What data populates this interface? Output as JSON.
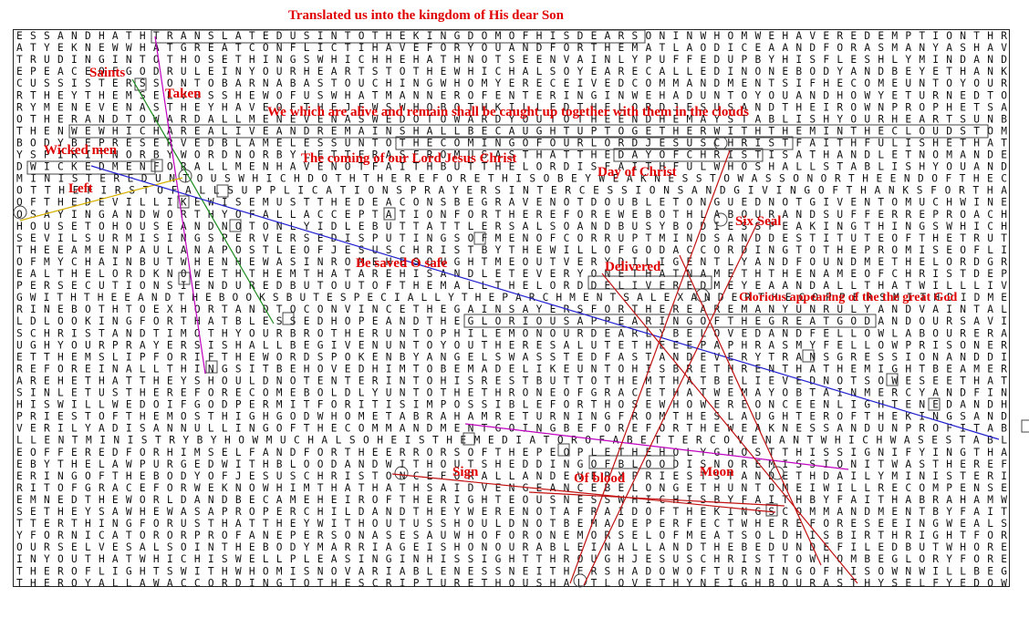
{
  "title": "Translated us into the kingdom of His dear Son",
  "labels": {
    "saints": "Saints",
    "taken": "Taken",
    "caught_up": "We which are alive and remain shall be caught up together with them in the clouds",
    "wicked_men": "Wicked men",
    "coming": "The coming of our Lord Jesus Christ",
    "day_of_christ": "Day of Christ",
    "left": "Left",
    "six_seal": "Six Seal",
    "be_saved": "Be saved O safe",
    "delivered": "Delivered",
    "glorious": "Glorious appearing of the the great God",
    "sign": "Sign",
    "of_blood": "Of blood",
    "moon": "Moon"
  },
  "grid_rows": [
    "ESSANDHATHTRANSLATEDUSINTOTHEKINGDOMOFHISDEARSONINWHOMWEHAVEREDEMPTIONTHR",
    "ATYEKNEWWHATGREATCONFLICTIHAVEFORYOUANDFORTHEMATLAODICEAANDFORASMANYASHAV",
    "TRUDINGINTOTHOSETHINGSWHICHHEHATHNOTSEENVAINLYPUFFEDUPBYHISFLESHLYMINDAND",
    "EPEACEOFGODRULEINYOURHEARTSTOTHEWHICHALSOYEARECALLEDINONEBODYANDBEYETHANK",
    "CUSSISTERSSONTOBARNABASTOUCHINGWHOMYERECEIVEDCOMMANDMENTSIFHECOMEUNTOYOUR",
    "RTHEYTHEMSELVESSHEWOFUSWHATMANNEROFENTERINGINWEHADUNTOYOUANDHOWYETURNEDTO",
    "RYMENEVENASTHEYHAVEOFTHEJEWSWHOBOTHKILLEDTHELORDJESUSANDTHEIROWNPROPHETSA",
    "OTHERANDTOWARDALLMENEVENASWEDOTOWARDYOUTOTHEENDHEMAYSTABLISHYOURHEARTSUNB",
    "THENWEWHICHAREALIVEANDREMAINSHALLBECAUGHTUPTOGETHERWITHTHEMINTHECLOUDSTOM",
    "BODYBEPRESERVEDBLAMELESSUNTOTHECOMINGOFOURLORDJESUSCHRISTFAITHFULISHETHAT",
    "YSPIRITNORBYWORDNORBYLETTERASFROMUSASTHATTHEDAYOFCHRISTISATHANDLETNOMANDE",
    "DWICKEDMENFORALLMENHAVENOTFAITHBUTTHELORDISFAITHFULWHOSHALLSTABLISHYOUAND",
    "MINISTEREDUNTOUSWHICHDOTHTHEREFORETHISOBEYWEAKNESSTOWASSONORTHEENDOFTHEC",
    "OTTHEFIRSTOFALLSUPPLICATIONSPRAYERSINTERCESSIONSANDGIVINGOFTHANKSFORTHA",
    "OFTHEDEVILLIKEWISEMUSTTHEDEACONSBEGRAVENOTDOUBLETONGUEDNOTGIVENTOMUCHWINE",
    "OSAYINGANDWORTHYOFALLACCEPTATIONFORTHEREFOREWEBOTHLABOURANDSUFFERREPROACH",
    "HOUSETOHOUSEANDNOTONLYIDLEBUTTATTLERSALSOANDBUSYBODIESSPEAKINGTHINGSWHICH",
    "SEVILSURMISINGSPERVERSEDISPUTINGSOFMENOFCORRUPTMINDSANDDESTITUTEOFTHETRUT",
    "THEEAMENPAULANAPOSTLEOFJESUSCHRISTBYTHEWILLOFGODACCORDINGTOTHEPROMISEOFLI",
    "OFMYCHAINBUTWHENHEWASINROMEHESOUGHTMEOUTVERYDILIGENTLYANDFOUNDMETHELORDGR",
    "EALTHELORDKNOWETHTHEMTHATAREHISANDLETEVERYONETHATNAMETHTHENAMEOFCHRISTDEP",
    "PERSECUTIONSIENDUREDBUTOUTOFTHEMALLTHELORDDELIVEREDMEYEAANDALLTHATWILLLIV",
    "GWITHTHEEANDTHEBOOKSBUTESPECIALLYTHEPARCHMENTSALEXANDERTHECOPPERSMITHDIDME",
    "RINEBOTHTOEXHORTANDTOCONVINCETHEGAINSAYERSFORTHEREAREMANYUNRULYANDVAINTAL",
    "LDLOOKINGFORTHATBLESSEDHOPEANDTHEGLORIOUSAPPEARINGOFTHEGREATGODANDOURSAVI",
    "SCHRISTANDTIMOTHYOURBROTHERUNTOPHILEMONOURDEARLYBELOVEDANDFELLOWLABOURERA",
    "UGHYOURPRAYERSISHALLBEGIVENUNTOYOUTHERESALUTETHEEEPAPHRASMYFELLOWPRISONER",
    "ETTHEMSLIPFORIFTHEWORDSPOKENBYANGELSWASSTEDFASTANDEVERYTRANSGRESSIONANDDI",
    "REFOREINALLTHINGSITBEHOVEDHIMTOBEMADELIKEUNTOHISBRETHRENTHATHEMIGHTBEAMER",
    "AREHETHATTHEYSHOULDNOTENTERINTOHISRESTBUTTOTHEMTHATBELIEVEDNOTSOWESEETHAT",
    "SINLETUSTHEREFORECOMEBOLDLYUNTOTHETHRONEOFGRACETHATWEMAYOBTAINMERCYANDFIN",
    "HISWILLWEDOIFGODPERMITFORITISIMPOSSIBLEFORTHOSEWHOWEREONCEENLIGHTENEDANDH",
    "PRIESTOFTHEMOSTHIGHGODWHOMETABRAHAMRETURNINGFROMTHESLAUGHTEROFTHEKINGSAND",
    "VERILYADISANNULLINGOFTHECOMMANDMENTGOINGBEFOREFORTHEWEAKNESSANDUNPROFITAB",
    "LLENTMINISTRYBYHOWMUCHALSOHEISTHEMEDIATOROFABETTERCOVENANTWHICHWASESTABL",
    "EOFFEREDFORHIMSELFANDFORTHEERRORSOFTHEPEOPLETHEHOLYGHOSTTHISSIGNIFYINGTHA",
    "EBYTHELAWPURGEDWITHBLOODANDWITHOUTSHEDDINGOFBLOODISNOREMISSIONITWASTHEREF",
    "ERINGOFTHEBODYOFJESUSCHRISTONCEFORALLANDEVERYPRIESTSTANDETHDAILYMINISTERI",
    "RITOFGRACEFORWEKNOWHIMTHATHATHSAIDVENGEANCEBELONGETHUNTOMEIWILLRECOMPENSE",
    "EMNEDTHEWORLDANDBECAMEHEIROFTHERIGHTEOUSNESSWHICHISBYFAITHBYFAITHABRAHAMW",
    "SETHEYSAWHEWASAPROPERCHILDANDTHEYWERENOTAFRAIDOFTHEKINGSCOMMANDMENTBYFAIT",
    "TTERTHINGFORUSTHATTHEYWITHOUTUSSHOULDNOTBEMADEPERFECTWHEREFORESEEINGWEALS",
    "YFORNICATORORPROFANEPERSONASESAUWHOFORONEMORSELOFMEATSOLDHISBIRTHRIGHTFOR",
    "OURSELVESALSOINTHEBODYMARRIAGEISHONOURABLEINALLANDTHEBEDUNDEFILEDBUTWHORE",
    "INYOUTHATWHICHISWELLPLEASINGINHISSIGHTTHROUGHJESUSCHRISTTOWHOMBEGLORYFORE",
    "THEROFLIGHTSWITHWHOMISNOVARIABLENESSNEITHERSHADOWOFTURNINGOFHISOWNWILLBEG",
    "THEROYALLAWACCORDINGTOTHESCRIPTURETHOUSHALTLOVETHYNEIGHBOURASTHYSELFYEDOW"
  ]
}
